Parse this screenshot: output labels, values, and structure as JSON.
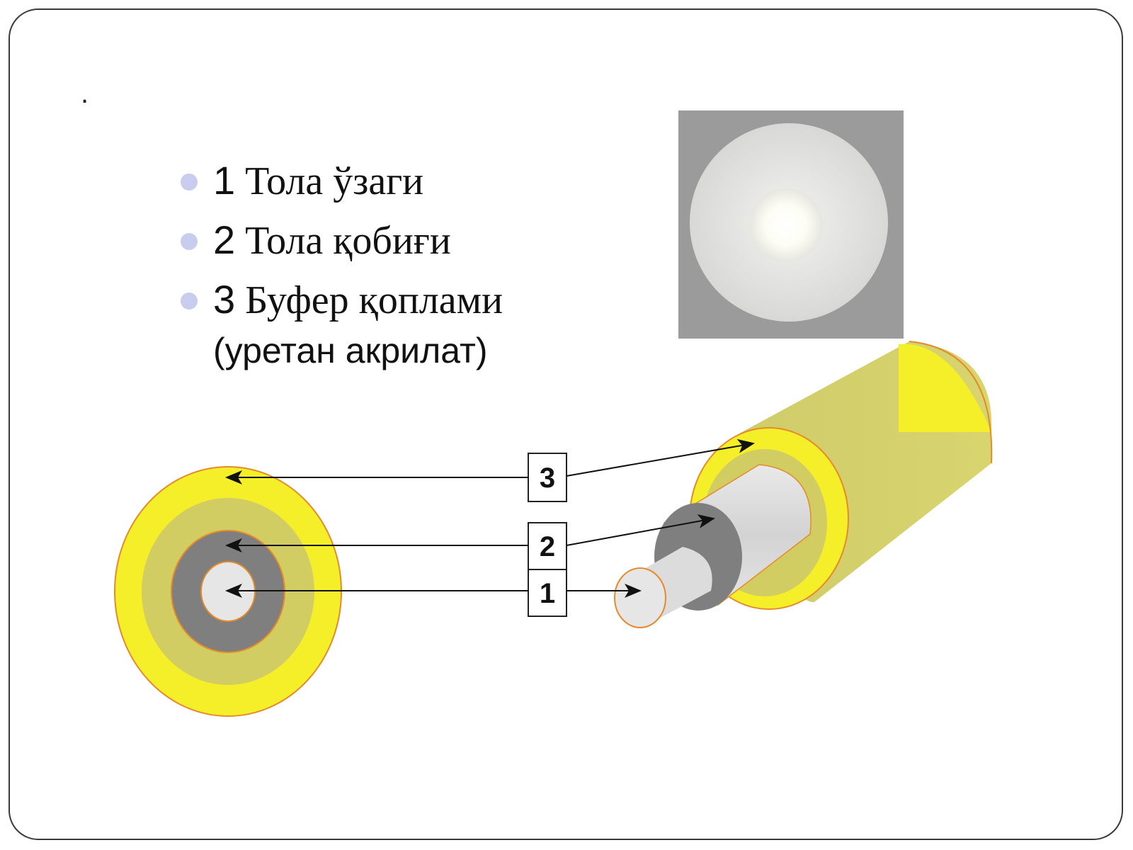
{
  "slide": {
    "marker": ".",
    "bullets": [
      {
        "num": "1",
        "text": " Тола ўзаги",
        "cont": ""
      },
      {
        "num": "2",
        "text": " Тола қобиғи",
        "cont": ""
      },
      {
        "num": "3",
        "text": " Буфер қоплами",
        "cont": "(уретан акрилат)"
      }
    ]
  },
  "diagram": {
    "labels": [
      "3",
      "2",
      "1"
    ],
    "colors": {
      "buffer_yellow": "#f5ef2a",
      "buffer_khaki": "#d2cd62",
      "cladding_gray": "#7f7f7f",
      "core_light": "#e6e6e6",
      "edge_orange": "#e58a2a",
      "photo_bg": "#9b9b9b"
    }
  }
}
